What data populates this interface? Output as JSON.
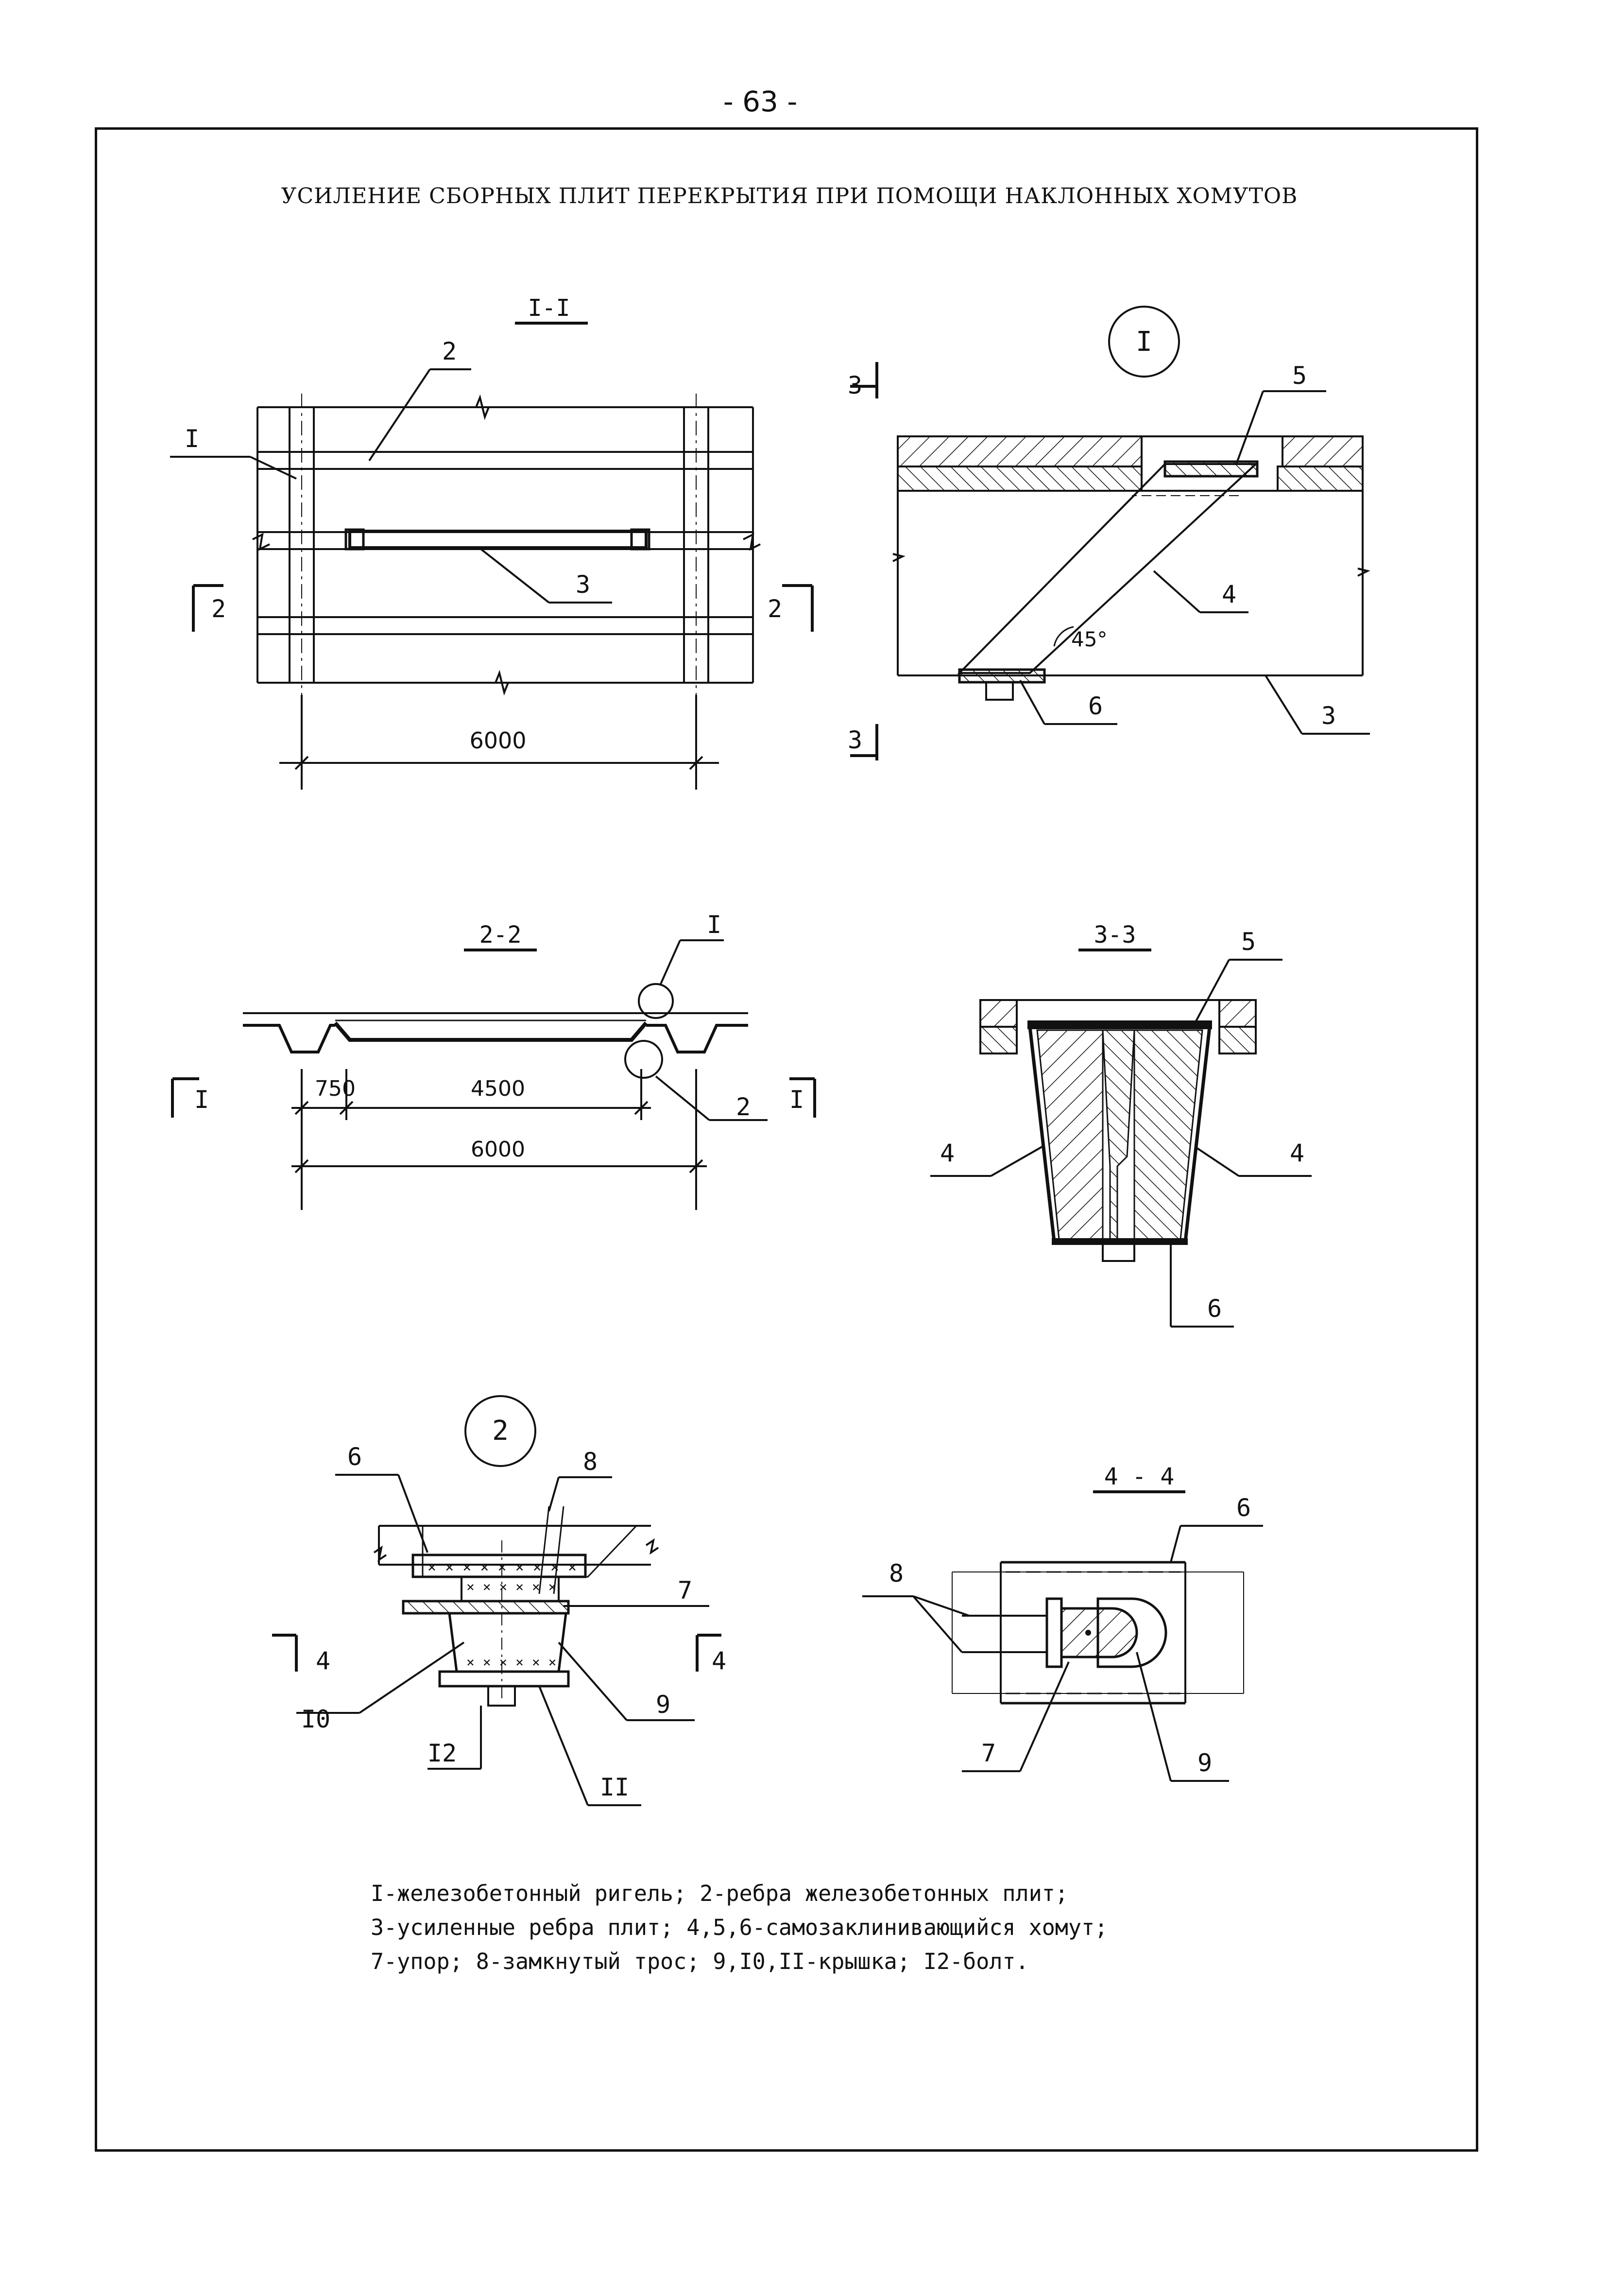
{
  "page_number": "- 63 -",
  "title": "УСИЛЕНИЕ СБОРНЫХ ПЛИТ ПЕРЕКРЫТИЯ ПРИ ПОМОЩИ НАКЛОННЫХ ХОМУТОВ",
  "views": {
    "plan": {
      "caption": "I-I",
      "dimension": "6000",
      "labels": {
        "rigel": "I",
        "rib": "2",
        "strengthened_rib": "3"
      },
      "section_marks": {
        "left": "2",
        "right": "2"
      }
    },
    "detail_1": {
      "callout": "I",
      "angle": "45°",
      "labels": {
        "clamp": "4",
        "top_plate": "5",
        "bottom_plate": "6",
        "rib": "3"
      },
      "section_marks": {
        "top": "3",
        "bottom": "3"
      }
    },
    "section_2_2": {
      "caption": "2-2",
      "dimensions": {
        "left": "750",
        "middle": "4500",
        "overall": "6000"
      },
      "labels": {
        "callout_1": "I",
        "callout_2": "2"
      },
      "section_marks": {
        "left": "I",
        "right": "I"
      }
    },
    "section_3_3": {
      "caption": "3-3",
      "labels": {
        "top_plate": "5",
        "clamp_left": "4",
        "clamp_right": "4",
        "bottom_plate": "6"
      }
    },
    "detail_2": {
      "callout": "2",
      "labels": {
        "plate": "6",
        "rope": "8",
        "stop": "7",
        "cover_9": "9",
        "cover_10": "I0",
        "cover_11": "II",
        "bolt": "I2"
      },
      "section_marks": {
        "left": "4",
        "right": "4"
      }
    },
    "section_4_4": {
      "caption": "4 - 4",
      "labels": {
        "plate": "6",
        "rope": "8",
        "stop": "7",
        "cover": "9"
      }
    }
  },
  "legend": [
    "I-железобетонный ригель; 2-ребра железобетонных плит;",
    "3-усиленные ребра плит; 4,5,6-самозаклинивающийся хомут;",
    "7-упор; 8-замкнутый трос; 9,I0,II-крышка; I2-болт."
  ]
}
